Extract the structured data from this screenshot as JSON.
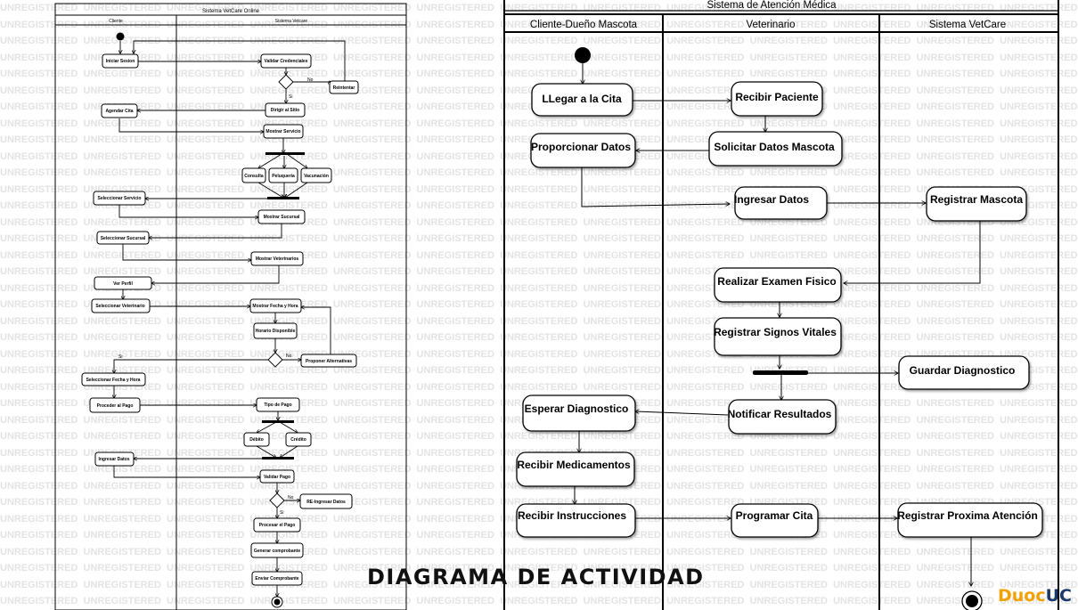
{
  "watermark": "UNREGISTERED",
  "page_title": "DIAGRAMA DE ACTIVIDAD",
  "logo": {
    "part1": "Duoc",
    "part2": "UC"
  },
  "colors": {
    "line": "#000000",
    "watermark": "#e3e3e3",
    "logo_primary": "#f2a100",
    "logo_secondary": "#1b3a6b"
  },
  "left_diagram": {
    "title": "Sistema VetCare Online",
    "lanes": [
      "Cliente",
      "Sistema Vetcare"
    ],
    "nodes": {
      "iniciar_sesion": "Iniciar Sesion",
      "validar_credenciales": "Validar Credenciales",
      "reintentar": "Reintentar",
      "dirigir_sitio": "Dirigir al Sitio",
      "agendar_cita": "Agendar Cita",
      "mostrar_servicio": "Mostrar Servicio",
      "consulta": "Consulta",
      "peluqueria": "Peluqueria",
      "vacunacion": "Vacunación",
      "seleccionar_servicio": "Seleccionar Servicio",
      "mostrar_sucursal": "Mostrar Sucursal",
      "seleccionar_sucursal": "Seleccionar Sucursal",
      "mostrar_veterinarios": "Mostrar Veterinarios",
      "ver_perfil": "Ver Perfil",
      "seleccionar_veterinario": "Seleccionar Veterinario",
      "mostrar_fecha_hora": "Mostrar Fecha y Hora",
      "horario_disponible": "Horario Disponible",
      "proponer_alternativas": "Proponer Alternativas",
      "seleccionar_fecha_hora": "Seleccionar Fecha y Hora",
      "proceder_pago": "Proceder al Pago",
      "tipo_pago": "Tipo de Pago",
      "debito": "Débito",
      "credito": "Crédito",
      "ingresar_datos": "Ingresar Datos",
      "validar_pago": "Validar Pago",
      "reingresar_datos": "RE-Ingresar Datos",
      "procesar_pago": "Procesar el Pago",
      "generar_comprobante": "Generar comprobante",
      "enviar_comprobante": "Enviar Comprobante"
    },
    "guards": {
      "no1": "No",
      "si1": "Si",
      "no2": "No",
      "si2": "Si",
      "no3": "No",
      "si3": "Si"
    }
  },
  "right_diagram": {
    "title": "Sistema de Atención Médica",
    "lanes": [
      "Cliente-Dueño Mascota",
      "Veterinario",
      "Sistema VetCare"
    ],
    "nodes": {
      "llegar_cita": "LLegar a la Cita",
      "recibir_paciente": "Recibir Paciente",
      "proporcionar_datos": "Proporcionar Datos",
      "solicitar_datos": "Solicitar Datos Mascota",
      "ingresar_datos": "Ingresar Datos",
      "registrar_mascota": "Registrar Mascota",
      "examen_fisico": "Realizar Examen Fisico",
      "signos_vitales": "Registrar Signos Vitales",
      "guardar_diagnostico": "Guardar Diagnostico",
      "esperar_diagnostico": "Esperar Diagnostico",
      "notificar_resultados": "Notificar Resultados",
      "recibir_medicamentos": "Recibir Medicamentos",
      "recibir_instrucciones": "Recibir Instrucciones",
      "programar_cita": "Programar Cita",
      "registrar_proxima": "Registrar Proxima Atención"
    }
  }
}
